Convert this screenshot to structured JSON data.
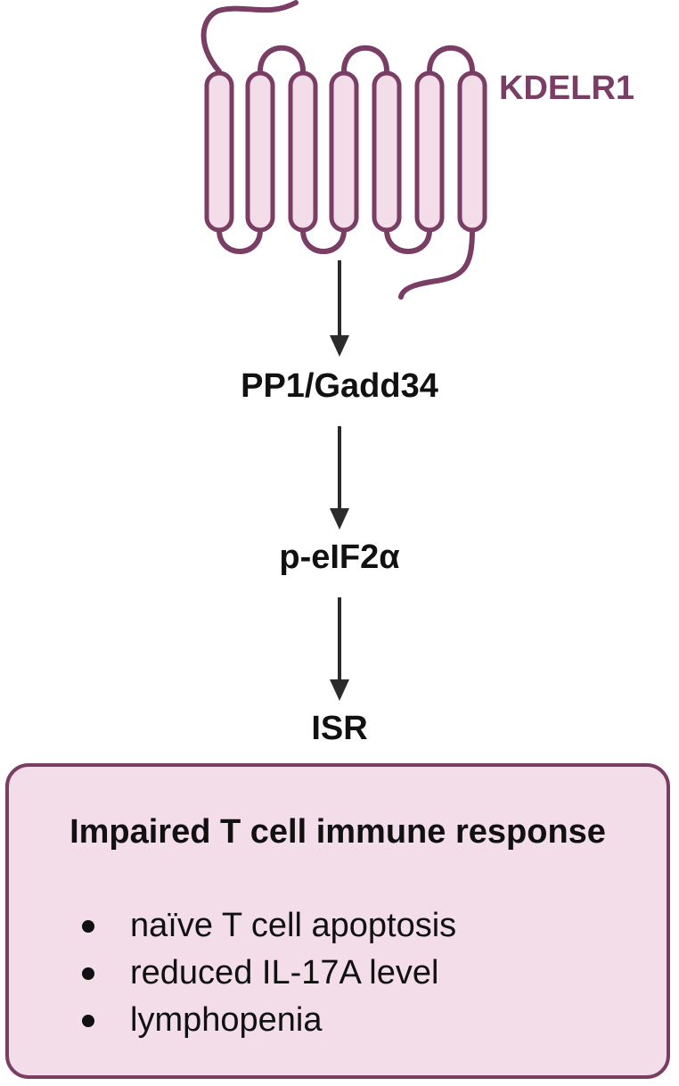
{
  "receptor": {
    "label": "KDELR1",
    "color": "#7a3d63",
    "fill": "#f3dde8"
  },
  "pathway": {
    "nodes": [
      "PP1/Gadd34",
      "p-eIF2α",
      "ISR"
    ]
  },
  "outcome": {
    "title": "Impaired T cell immune response",
    "items": [
      "naïve T cell apoptosis",
      "reduced IL-17A level",
      "lymphopenia"
    ]
  }
}
